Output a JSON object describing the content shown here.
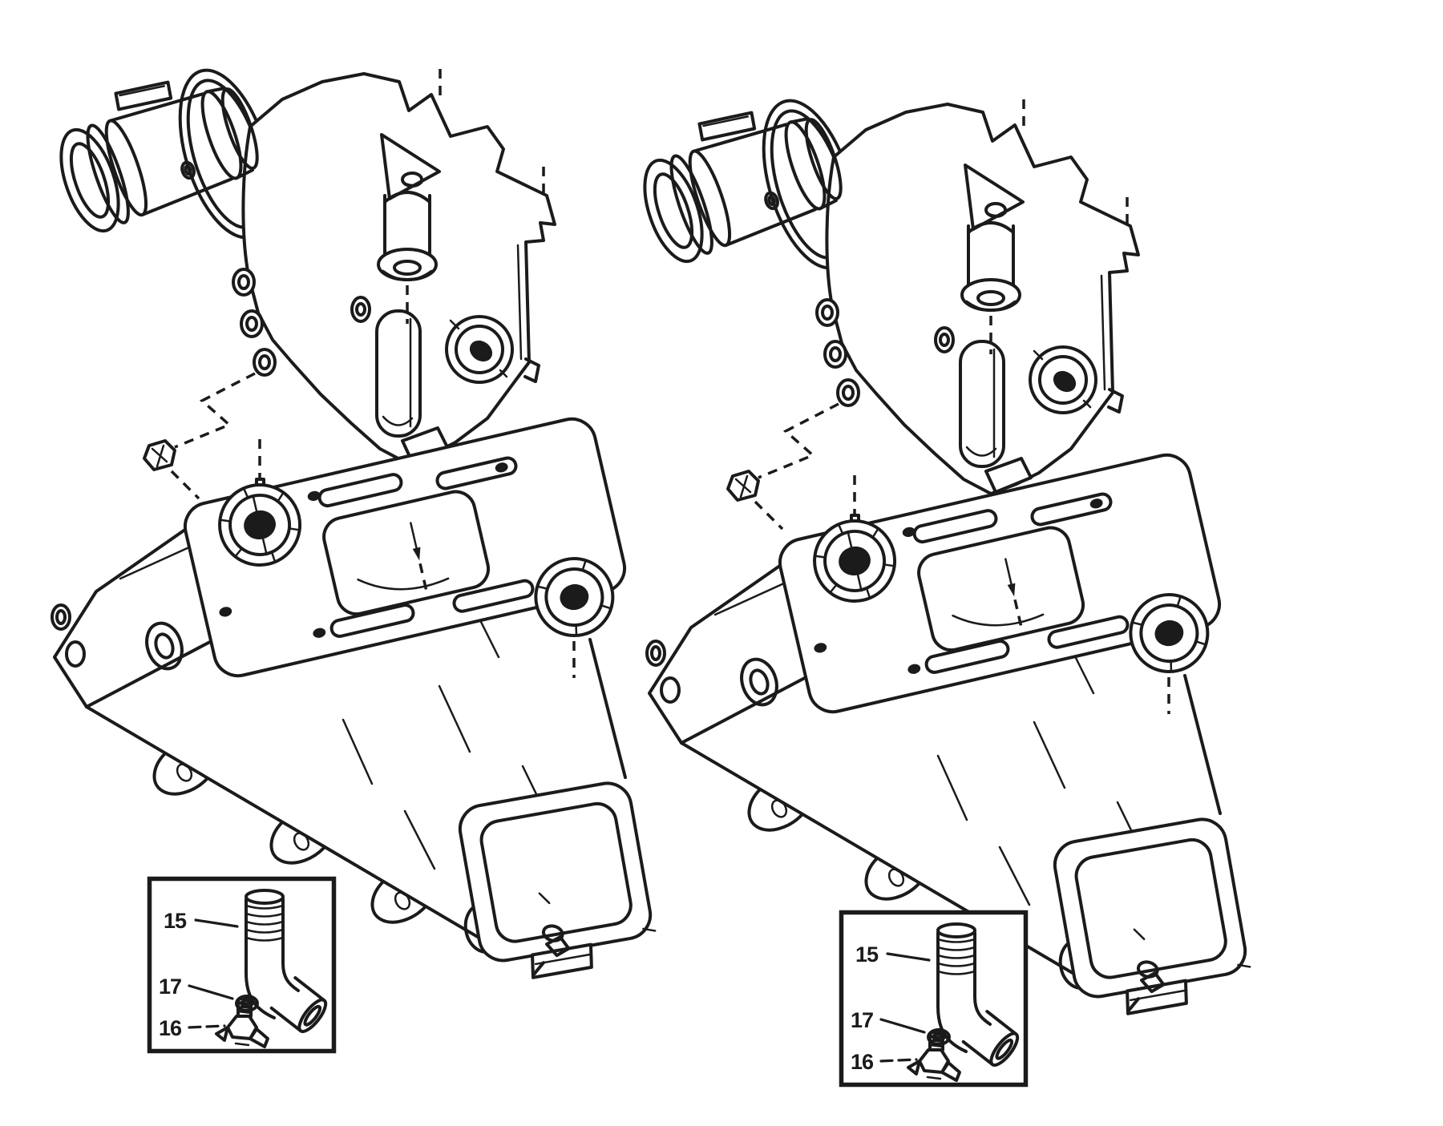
{
  "page": {
    "background": "#ffffff",
    "line_color": "#1b1b1b"
  },
  "insets": {
    "left": {
      "labels": [
        "15",
        "17",
        "16"
      ]
    },
    "right": {
      "labels": [
        "15",
        "17",
        "16"
      ]
    }
  }
}
